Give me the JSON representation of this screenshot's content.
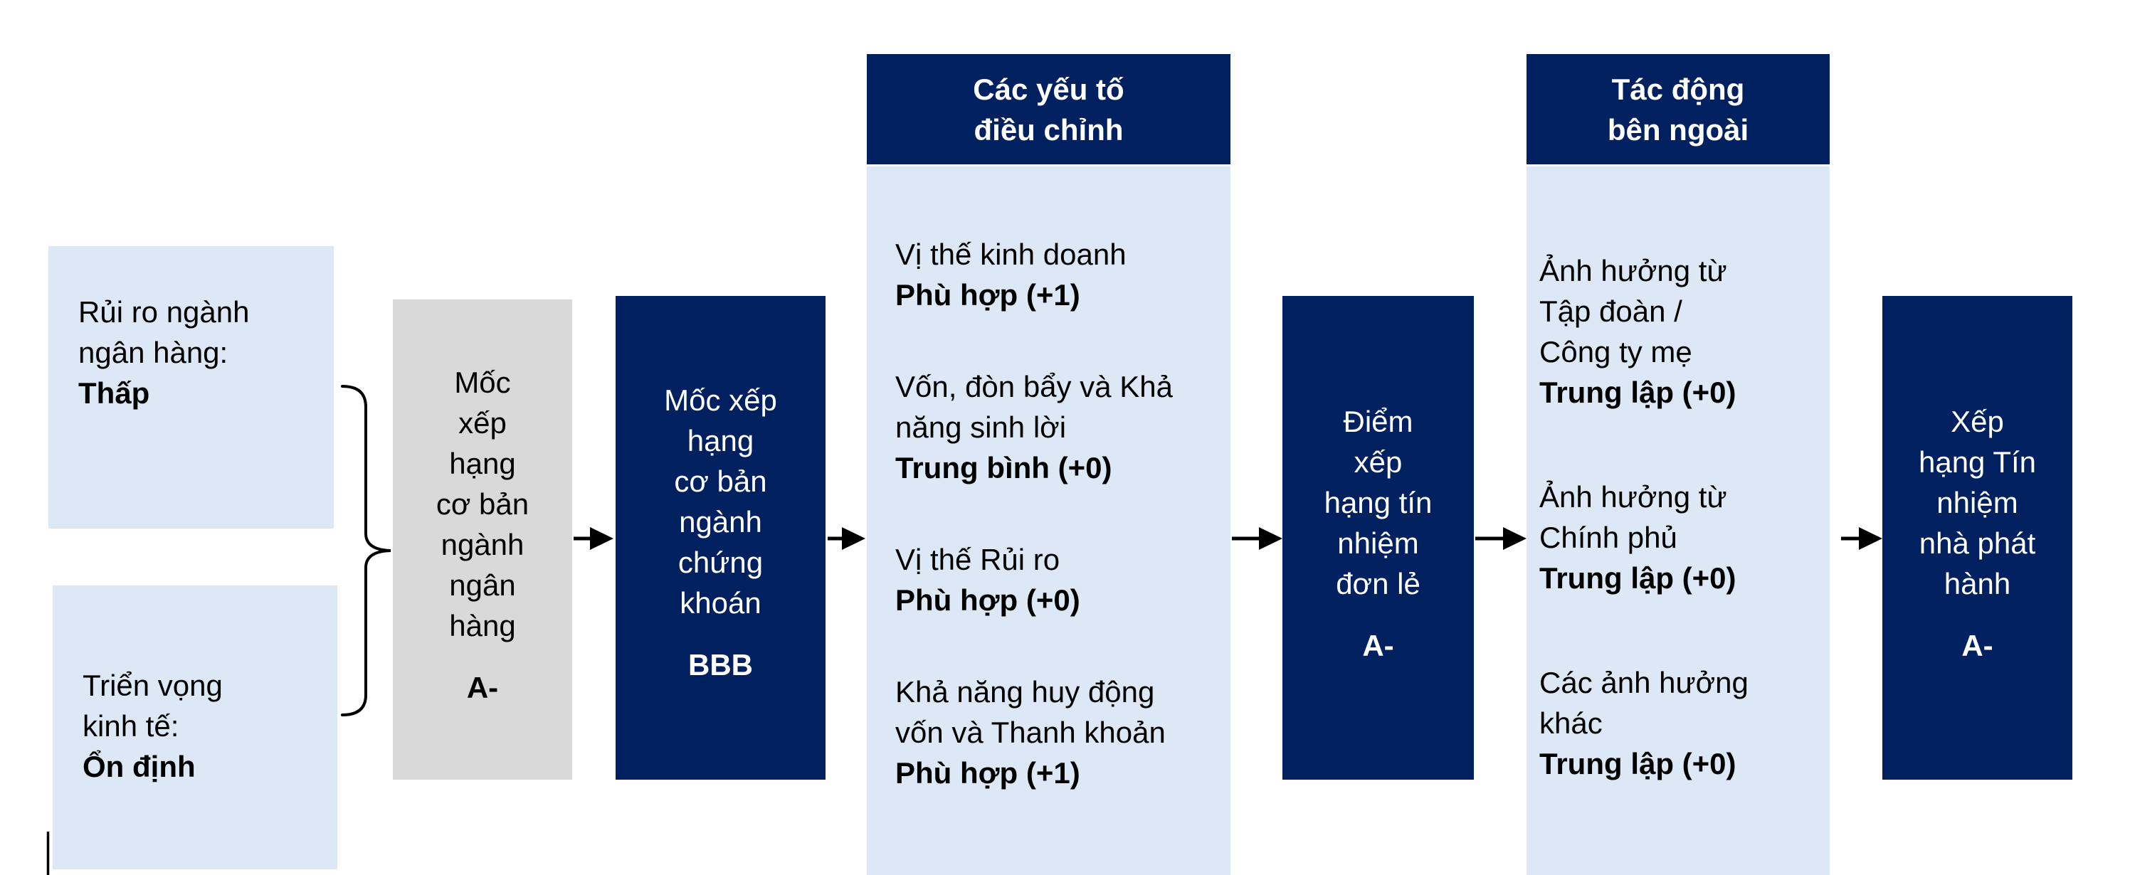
{
  "colors": {
    "navy": "#002060",
    "light_blue": "#DCE8F5",
    "gray": "#D9D9D9",
    "text": "#000000",
    "inverse_text": "#FFFFFF"
  },
  "inputs": {
    "industry_risk": {
      "label": "Rủi ro ngành\nngân hàng:",
      "value": "Thấp"
    },
    "economic_outlook": {
      "label": "Triển vọng\nkinh tế:",
      "value": "Ổn định"
    }
  },
  "bank_anchor": {
    "label": "Mốc\nxếp\nhạng\ncơ bản\nngành\nngân\nhàng",
    "value": "A-"
  },
  "securities_anchor": {
    "label": "Mốc xếp\nhạng\ncơ bản\nngành\nchứng\nkhoán",
    "value": "BBB"
  },
  "adjustment": {
    "header": "Các yếu tố\nđiều chỉnh",
    "items": [
      {
        "label": "Vị thế kinh doanh",
        "value": "Phù hợp (+1)"
      },
      {
        "label": "Vốn, đòn bẩy và Khả\nnăng sinh lời",
        "value": "Trung bình (+0)"
      },
      {
        "label": "Vị thế Rủi ro",
        "value": "Phù hợp (+0)"
      },
      {
        "label": "Khả năng huy động\nvốn và Thanh khoản",
        "value": "Phù hợp (+1)"
      }
    ]
  },
  "standalone_score": {
    "label": "Điểm\nxếp\nhạng tín\nnhiệm\nđơn lẻ",
    "value": "A-"
  },
  "external": {
    "header": "Tác động\nbên ngoài",
    "items": [
      {
        "label": "Ảnh hưởng từ\nTập đoàn /\nCông ty mẹ",
        "value": "Trung lập (+0)"
      },
      {
        "label": "Ảnh hưởng từ\nChính phủ",
        "value": "Trung lập (+0)"
      },
      {
        "label": "Các ảnh hưởng\nkhác",
        "value": "Trung lập (+0)"
      }
    ]
  },
  "issuer_rating": {
    "label": "Xếp\nhạng Tín\nnhiệm\nnhà phát\nhành",
    "value": "A-"
  }
}
